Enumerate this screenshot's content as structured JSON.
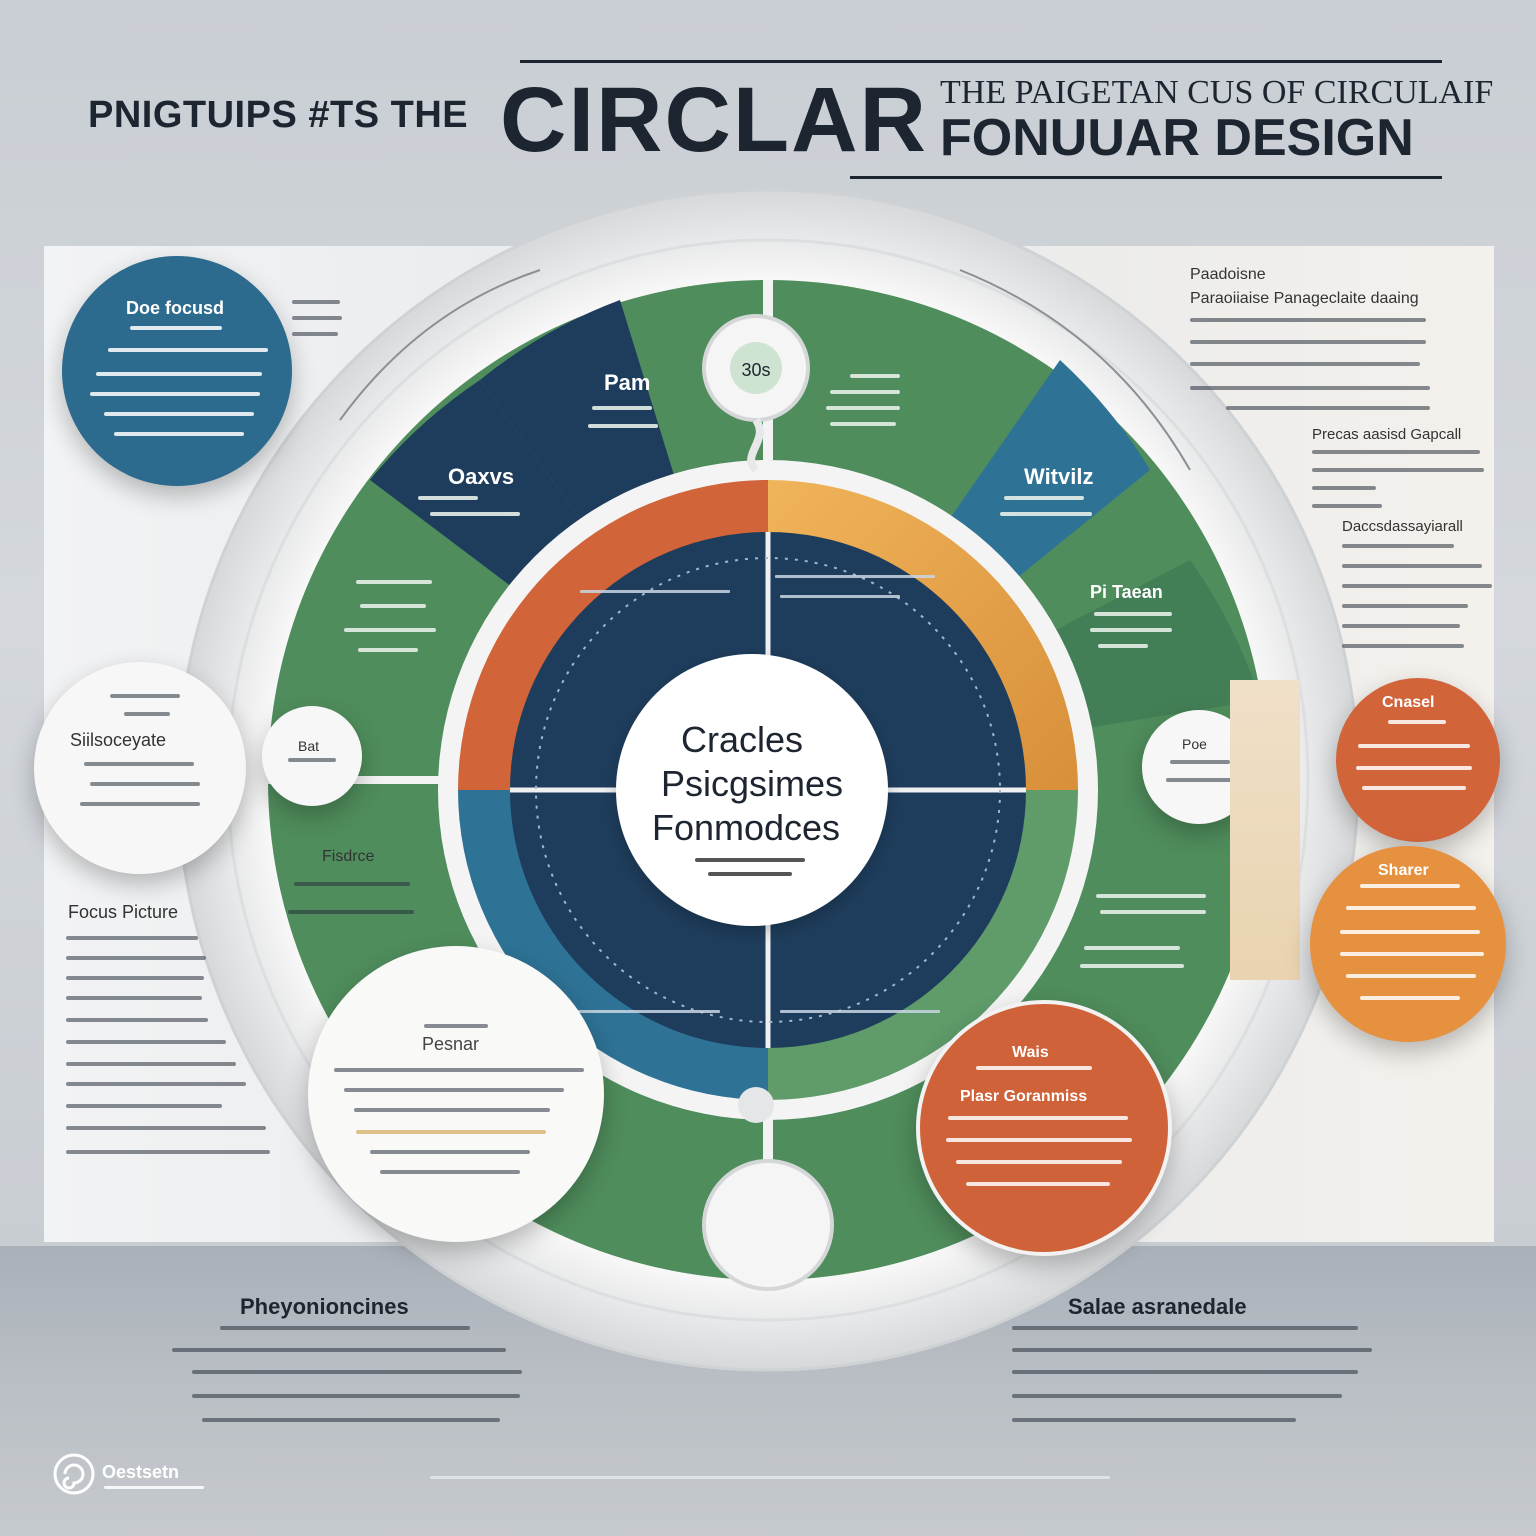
{
  "header": {
    "left_title": "PNIGTUIPS #TS THE",
    "main_title": "CIRCLAR",
    "right_line_1": "THE PAIGETAN CUS  OF CIRCULAIF",
    "right_line_2": "FONUUAR  DESIGN"
  },
  "center": {
    "line_1": "Cracles",
    "line_2": "Psicgsimes",
    "line_3": "Fonmodces"
  },
  "segments": {
    "top_left_dark": "Oaxvs",
    "top_green": "Pam",
    "top_right_dark": "Witvilz",
    "right_green": "Pi Taean",
    "bottom_tab": "30s"
  },
  "side_bubbles": {
    "left_blue": "Doe focusd",
    "left_white_small": "Bat",
    "left_white_large": "Siilsoceyate",
    "left_bottom_white": "Pesnar",
    "right_white_small": "Poe",
    "right_orange_top": "Cnasel",
    "right_orange_bottom": "Sharer",
    "bottom_orange": "Wais",
    "bottom_orange_sub": "Plasr Goranmiss"
  },
  "side_text": {
    "left_label": "Focus Picture",
    "left_mid_label": "Fisdrce",
    "right_top_heading": "Paadoisne",
    "right_top_sub": "Paraoiiaise Panageclaite daaing",
    "right_mid_heading": "Precas aasisd Gapcall",
    "right_low_heading": "Daccsdassayiarall"
  },
  "footer": {
    "left_heading": "Pheyonioncines",
    "right_heading": "Salae asranedale",
    "logo_text": "Oestsetn"
  },
  "colors": {
    "navy": "#1e3d5c",
    "green": "#4f8d5c",
    "teal": "#2e7295",
    "orange": "#e9a24e",
    "rust": "#d2643a"
  }
}
